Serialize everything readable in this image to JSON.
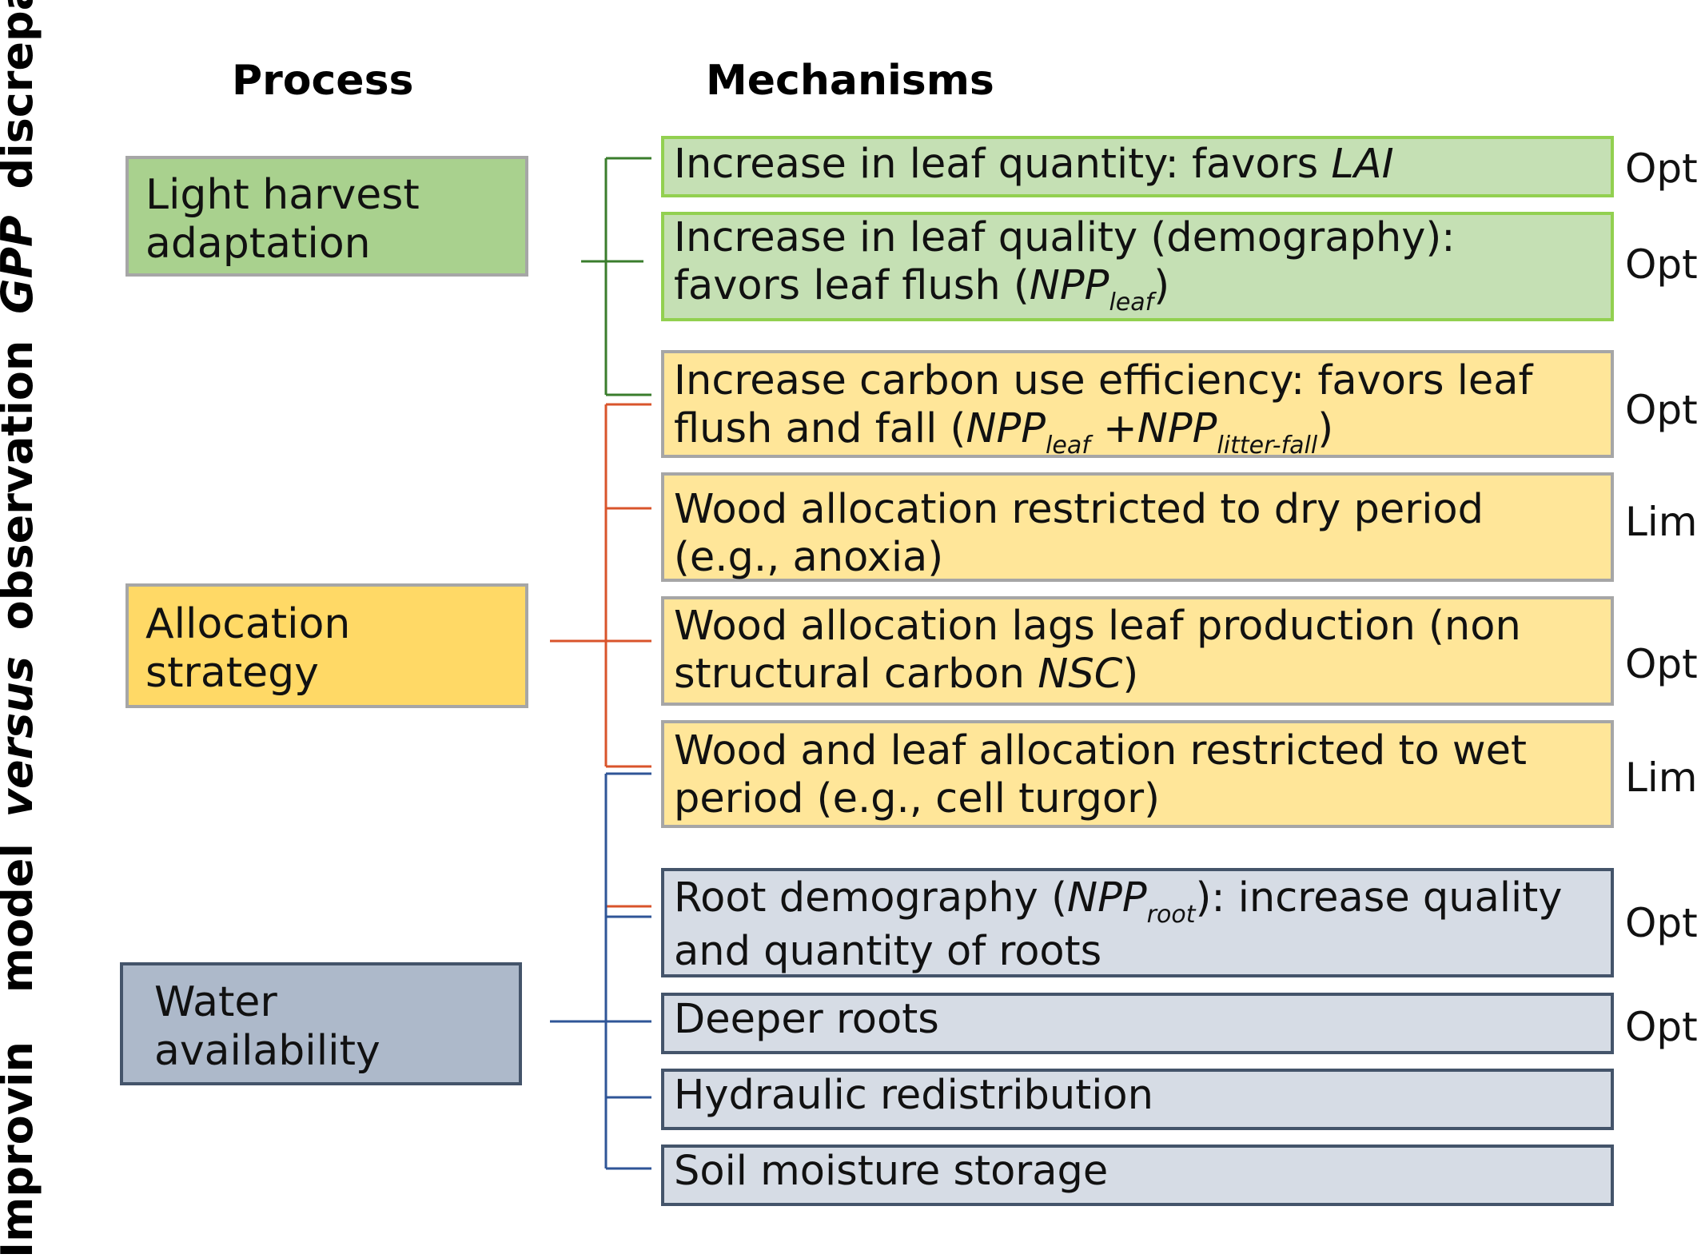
{
  "side_title": {
    "part1": "Improvin",
    "part2": "model",
    "part3": "versus",
    "part4": "observation",
    "part5": "GPP",
    "part6": "discrepancies"
  },
  "headers": {
    "process": "Process",
    "mechanisms": "Mechanisms"
  },
  "processes": [
    {
      "line1": "Light harvest",
      "line2": "adaptation",
      "color": "#a9d18e"
    },
    {
      "line1": "Allocation",
      "line2": "strategy",
      "color": "#ffd966"
    },
    {
      "line1": "Water",
      "line2": "availability",
      "color": "#adb9ca"
    }
  ],
  "mechanisms": [
    {
      "text": "Increase in leaf quantity: favors ",
      "italic": "LAI",
      "tag": "Opt"
    },
    {
      "line1": "Increase in leaf quality (demography):",
      "line2a": "favors leaf flush (",
      "npp": "NPP",
      "sub": "leaf",
      "line2b": ")",
      "tag": "Opt"
    },
    {
      "line1": "Increase carbon use efficiency: favors leaf",
      "line2a": "flush and fall (",
      "npp1": "NPP",
      "sub1": "leaf",
      "plus": " +",
      "npp2": "NPP",
      "sub2": "litter-fall",
      "line2b": ")",
      "tag": "Opt"
    },
    {
      "line1": "Wood allocation restricted to dry period",
      "line2": "(e.g., anoxia)",
      "tag": "Lim"
    },
    {
      "line1": "Wood allocation lags leaf production (non",
      "line2a": "structural carbon ",
      "italic": "NSC",
      "line2b": ")",
      "tag": "Opt"
    },
    {
      "line1": "Wood and leaf allocation restricted to wet",
      "line2": "period (e.g., cell turgor)",
      "tag": "Lim"
    },
    {
      "line1a": "Root demography (",
      "npp": "NPP",
      "sub": "root",
      "line1b": "): increase quality",
      "line2": "and quantity of roots",
      "tag": "Opt"
    },
    {
      "text": "Deeper roots",
      "tag": "Opt"
    },
    {
      "text": "Hydraulic redistribution"
    },
    {
      "text": "Soil moisture storage"
    }
  ],
  "colors": {
    "green_fill": "#c5e0b4",
    "green_border": "#92d050",
    "green_line": "#3a7d2c",
    "yellow_fill": "#ffe699",
    "yellow_border": "#a6a6a6",
    "orange_line": "#d9542b",
    "blue_fill": "#d6dce5",
    "blue_border": "#44546a",
    "blue_line": "#2f5597"
  }
}
